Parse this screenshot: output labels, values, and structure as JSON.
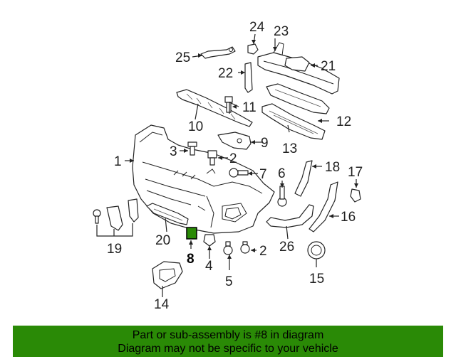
{
  "callouts": {
    "c1": "1",
    "c2a": "2",
    "c2b": "2",
    "c3": "3",
    "c4": "4",
    "c5": "5",
    "c6": "6",
    "c7": "7",
    "c8": "8",
    "c9": "9",
    "c10": "10",
    "c11": "11",
    "c12": "12",
    "c13": "13",
    "c14": "14",
    "c15": "15",
    "c16": "16",
    "c17": "17",
    "c18": "18",
    "c19": "19",
    "c20": "20",
    "c21": "21",
    "c22": "22",
    "c23": "23",
    "c24": "24",
    "c25": "25",
    "c26": "26"
  },
  "highlight": {
    "part_number": "8",
    "color": "#2a8a06"
  },
  "banner": {
    "line1": "Part or sub-assembly is #8 in diagram",
    "line2": "Diagram may not be specific to your vehicle",
    "background": "#2a8a06"
  }
}
